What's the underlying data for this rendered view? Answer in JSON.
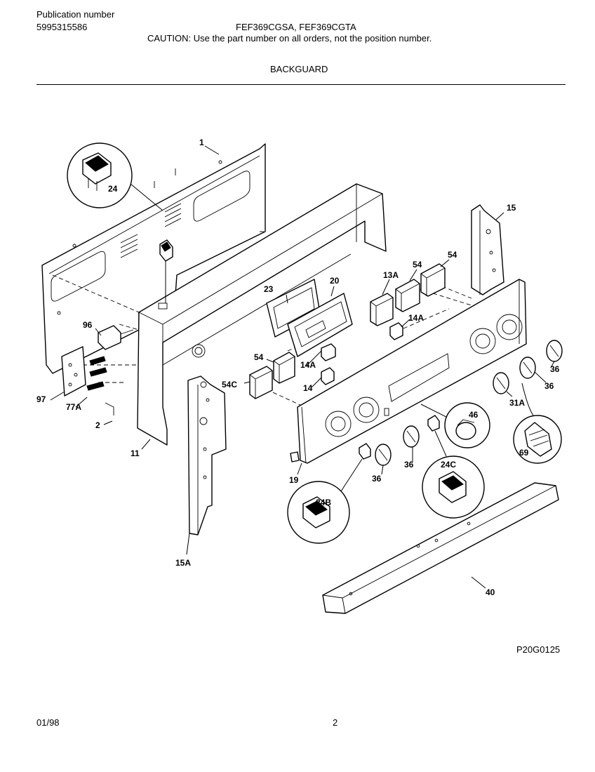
{
  "header": {
    "publication_label": "Publication number",
    "publication_number": "5995315586",
    "models": "FEF369CGSA, FEF369CGTA",
    "caution": "CAUTION:  Use the part number on all orders, not the position number.",
    "section_title": "BACKGUARD"
  },
  "diagram": {
    "drawing_id": "P20G0125",
    "callouts": {
      "c1": "1",
      "c24": "24",
      "c15": "15",
      "c13a": "13A",
      "c54a": "54",
      "c54b": "54",
      "c54c": "54",
      "c20": "20",
      "c23": "23",
      "c14a_1": "14A",
      "c14a_2": "14A",
      "c14": "14",
      "c54c_lbl": "54C",
      "c96": "96",
      "c97": "97",
      "c77a": "77A",
      "c2": "2",
      "c11": "11",
      "c15a": "15A",
      "c19": "19",
      "c36a": "36",
      "c36b": "36",
      "c36c": "36",
      "c36d": "36",
      "c31a": "31A",
      "c46": "46",
      "c69": "69",
      "c24c": "24C",
      "c24b": "24B",
      "c40": "40"
    }
  },
  "footer": {
    "date": "01/98",
    "page": "2"
  }
}
